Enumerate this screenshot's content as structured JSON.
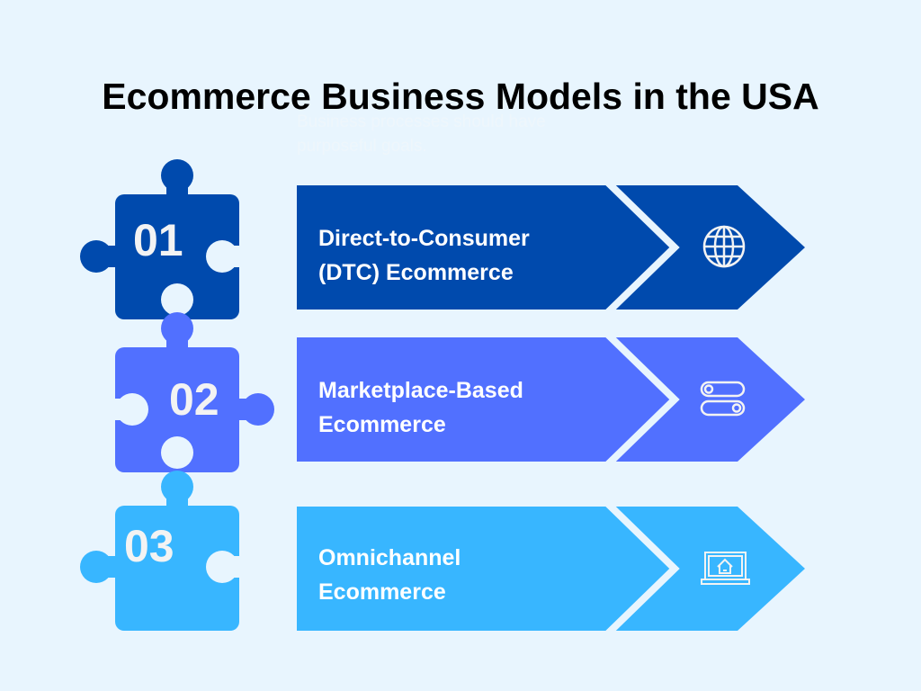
{
  "title": "Ecommerce Business Models in the USA",
  "ghost_text": "Business processes should have purposeful goals.",
  "colors": {
    "row1": "#004AAD",
    "row2": "#5170FF",
    "row3": "#38B6FF",
    "background": "#E8F5FE"
  },
  "items": [
    {
      "number": "01",
      "line1": "Direct-to-Consumer",
      "line2": "(DTC) Ecommerce",
      "icon": "globe-icon"
    },
    {
      "number": "02",
      "line1": "Marketplace-Based",
      "line2": "Ecommerce",
      "icon": "toggle-switches-icon"
    },
    {
      "number": "03",
      "line1": "Omnichannel",
      "line2": "Ecommerce",
      "icon": "laptop-home-icon"
    }
  ]
}
